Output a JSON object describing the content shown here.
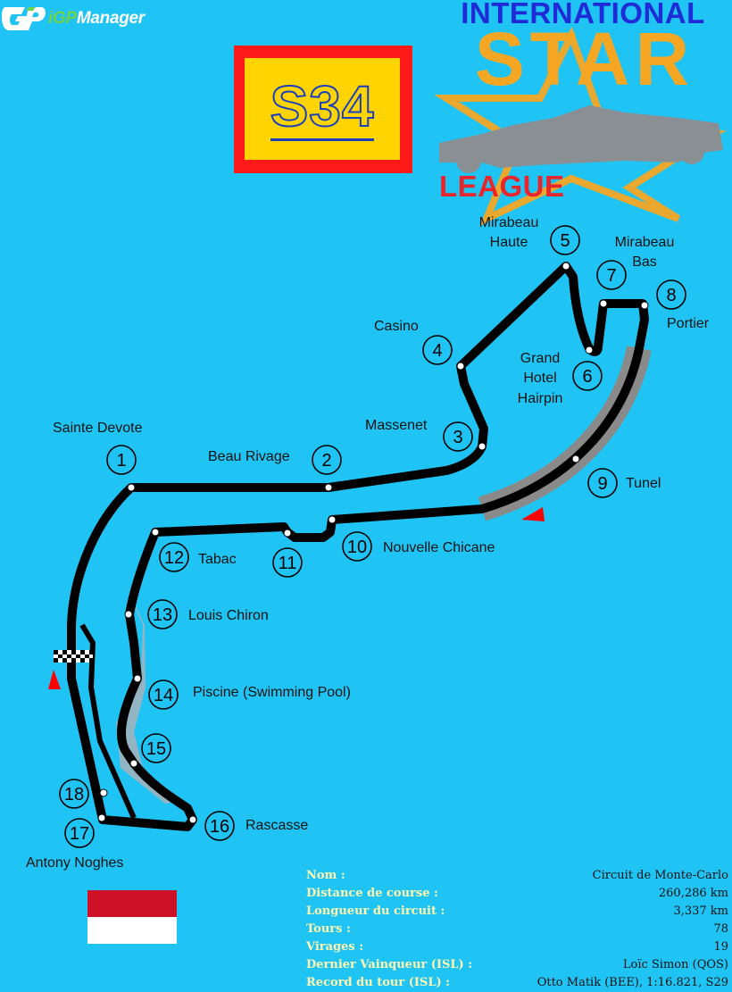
{
  "header": {
    "logo_text_prefix": "iGP",
    "logo_text_suffix": "Manager",
    "season": "S34",
    "league_title_top": "INTERNATIONAL",
    "league_title_middle": "STAR",
    "league_title_bottom": "LEAGUE"
  },
  "colors": {
    "background": "#20c4f4",
    "track": "#000000",
    "tunnel": "#888888",
    "marker": "#ff0000",
    "flag_red": "#ce1126",
    "flag_white": "#ffffff"
  },
  "corners": [
    {
      "number": "1",
      "name": "Sainte Devote"
    },
    {
      "number": "2",
      "name": "Beau Rivage"
    },
    {
      "number": "3",
      "name": "Massenet"
    },
    {
      "number": "4",
      "name": "Casino"
    },
    {
      "number": "5",
      "name": "Mirabeau Haute"
    },
    {
      "number": "6",
      "name": "Grand Hotel Hairpin"
    },
    {
      "number": "7",
      "name": "Mirabeau Bas"
    },
    {
      "number": "8",
      "name": "Portier"
    },
    {
      "number": "9",
      "name": "Tunel"
    },
    {
      "number": "10",
      "name": "Nouvelle Chicane"
    },
    {
      "number": "11",
      "name": ""
    },
    {
      "number": "12",
      "name": "Tabac"
    },
    {
      "number": "13",
      "name": "Louis Chiron"
    },
    {
      "number": "14",
      "name": "Piscine (Swimming Pool)"
    },
    {
      "number": "15",
      "name": ""
    },
    {
      "number": "16",
      "name": "Rascasse"
    },
    {
      "number": "17",
      "name": "Antony Noghes"
    },
    {
      "number": "18",
      "name": ""
    }
  ],
  "labels": {
    "l1": "Sainte Devote",
    "l2": "Beau Rivage",
    "l3": "Massenet",
    "l4": "Casino",
    "l5a": "Mirabeau",
    "l5b": "Haute",
    "l6a": "Grand",
    "l6b": "Hotel",
    "l6c": "Hairpin",
    "l7a": "Mirabeau",
    "l7b": "Bas",
    "l8": "Portier",
    "l9": "Tunel",
    "l10": "Nouvelle Chicane",
    "l12": "Tabac",
    "l13": "Louis Chiron",
    "l14": "Piscine (Swimming Pool)",
    "l16": "Rascasse",
    "l17": "Antony Noghes"
  },
  "info": {
    "name_label": "Nom :",
    "name_value": "Circuit de Monte-Carlo",
    "race_distance_label": "Distance de course :",
    "race_distance_value": "260,286 km",
    "circuit_length_label": "Longueur du circuit :",
    "circuit_length_value": "3,337 km",
    "laps_label": "Tours :",
    "laps_value": "78",
    "turns_label": "Virages :",
    "turns_value": "19",
    "last_winner_label": "Dernier Vainqueur (ISL) :",
    "last_winner_value": "Loïc Simon (QOS)",
    "lap_record_label": "Record du tour (ISL) :",
    "lap_record_value": "Otto Matik (BEE), 1:16.821, S29"
  }
}
